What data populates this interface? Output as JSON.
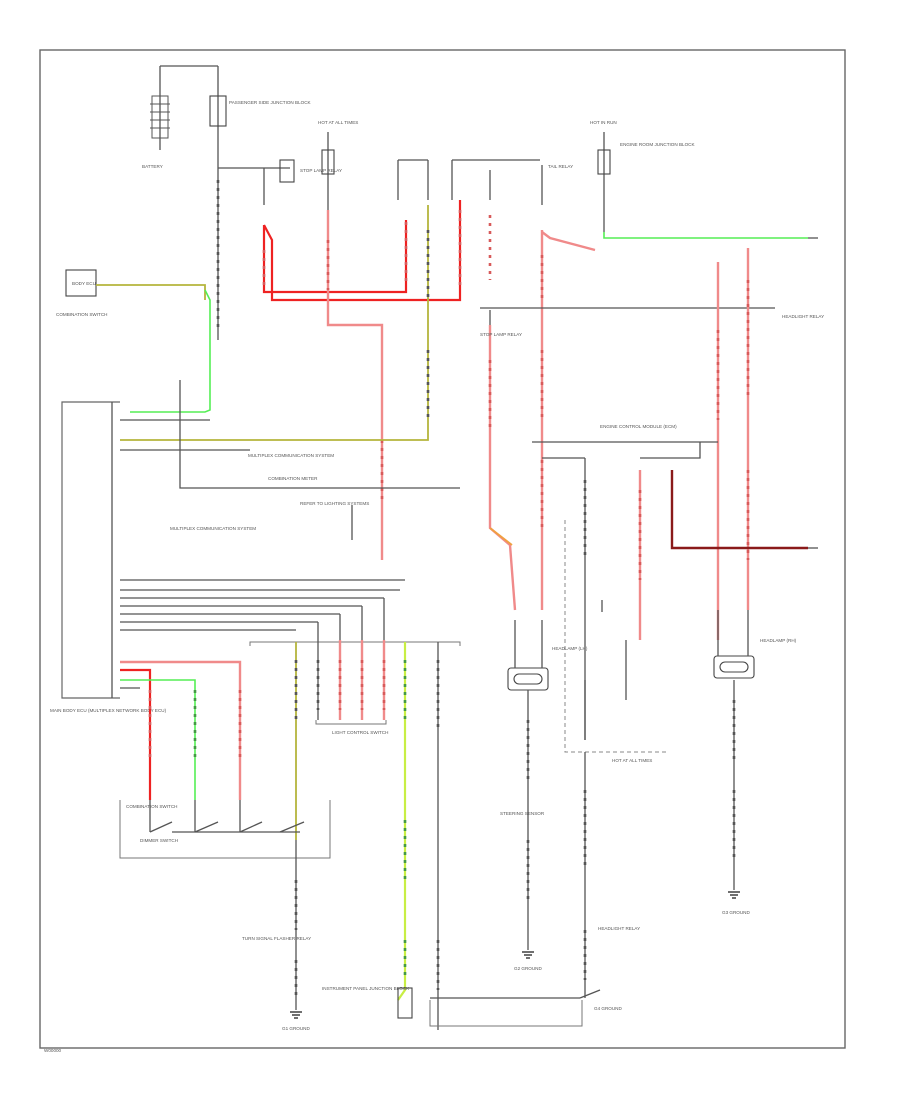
{
  "diagram": {
    "corner_id": "W00000",
    "components": {
      "battery": "BATTERY",
      "fuse_block": "PASSENGER SIDE JUNCTION BLOCK",
      "hot_at_all_times_1": "HOT AT ALL TIMES",
      "hot_at_all_times_2": "HOT AT ALL TIMES",
      "hot_in_run": "HOT IN RUN",
      "engine_room_jb": "ENGINE ROOM JUNCTION BLOCK",
      "stop_relay": "STOP LAMP RELAY",
      "tail_relay": "TAIL RELAY",
      "combination_switch_top": "COMBINATION SWITCH",
      "body_ecu": "BODY ECU",
      "main_body_ecu": "MAIN BODY ECU (MULTIPLEX NETWORK BODY ECU)",
      "combination_meter": "COMBINATION METER",
      "headlamp_lh": "HEADLAMP (LH)",
      "headlamp_rh": "HEADLAMP (RH)",
      "headlight_relay": "HEADLIGHT RELAY",
      "light_control_switch": "LIGHT CONTROL SWITCH",
      "dimmer_switch": "DIMMER SWITCH",
      "combination_switch_lower": "COMBINATION SWITCH",
      "turn_signal_flasher": "TURN SIGNAL FLASHER RELAY",
      "instrument_panel_jb": "INSTRUMENT PANEL JUNCTION BLOCK",
      "engine_control_module": "ENGINE CONTROL MODULE (ECM)",
      "steering_sensor": "STEERING SENSOR",
      "ground_1": "G1 GROUND",
      "ground_2": "G2 GROUND",
      "ground_3": "G3 GROUND",
      "ground_4": "G4 GROUND"
    },
    "notes": {
      "multiplex_1": "MULTIPLEX COMMUNICATION SYSTEM",
      "multiplex_2": "MULTIPLEX COMMUNICATION SYSTEM",
      "wiring_note": "REFER TO LIGHTING SYSTEMS"
    },
    "colors": {
      "red": "#ee2222",
      "pink": "#f08a8a",
      "green": "#55ee55",
      "yellow": "#b5b53c",
      "orange": "#f0a040",
      "lime": "#c8ee44",
      "dark_red": "#8a1a1a",
      "black": "#555555"
    }
  }
}
